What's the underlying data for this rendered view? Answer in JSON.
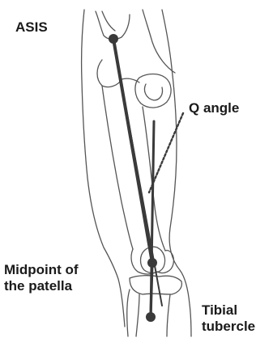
{
  "figure": {
    "labels": {
      "asis": "ASIS",
      "q_angle": "Q angle",
      "patella_line1": "Midpoint of",
      "patella_line2": "the patella",
      "tibial_line1": "Tibial",
      "tibial_line2": "tubercle"
    },
    "colors": {
      "line": "#3a3a3a",
      "outline": "#555555",
      "text": "#1a1a1a",
      "background": "#ffffff"
    }
  }
}
